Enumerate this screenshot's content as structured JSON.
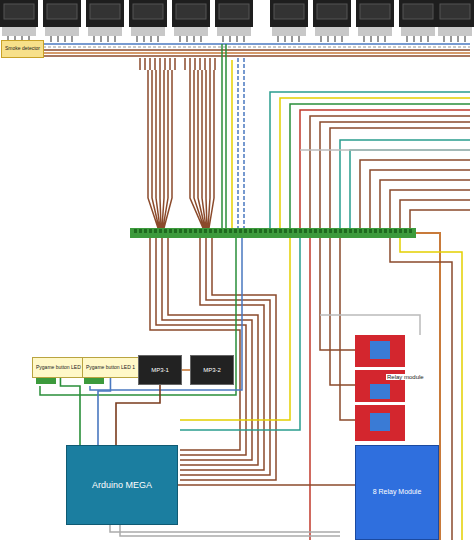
{
  "diagram": {
    "nodes": [
      {
        "text": [
          "Smoke detector"
        ]
      },
      {
        "text": [
          "Pygame button LED 2"
        ]
      },
      {
        "text": [
          "Pygame button LED 1"
        ]
      },
      {
        "text": [
          "MP3-1"
        ]
      },
      {
        "text": [
          "MP3-2"
        ]
      },
      {
        "text": [
          "Arduino MEGA"
        ]
      },
      {
        "text": [
          "8 Relay Module"
        ]
      }
    ],
    "edges": [
      {
        "from": 1,
        "to": 5,
        "arrow": "none"
      },
      {
        "from": 2,
        "to": 5,
        "arrow": "none"
      },
      {
        "from": 3,
        "to": 5,
        "arrow": "none"
      },
      {
        "from": 4,
        "to": 5,
        "arrow": "none"
      },
      {
        "from": 6,
        "to": 5,
        "arrow": "none"
      }
    ],
    "labels": [
      "Relay module"
    ]
  }
}
